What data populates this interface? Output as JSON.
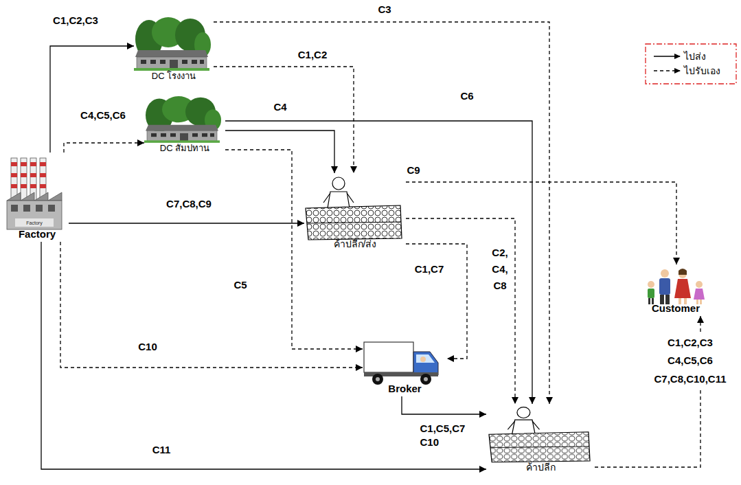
{
  "diagram": {
    "nodes": [
      {
        "text": [
          "Factory"
        ]
      },
      {
        "text": [
          "DC โรงงาน"
        ]
      },
      {
        "text": [
          "DC สัมปทาน"
        ]
      },
      {
        "text": [
          "ค้าปลีก/ส่ง"
        ]
      },
      {
        "text": [
          "Broker"
        ]
      },
      {
        "text": [
          "ค้าปลีก"
        ]
      },
      {
        "text": [
          "Customer"
        ]
      }
    ],
    "edges": [
      {
        "from": 0,
        "to": 1,
        "label": "C1,C2,C3",
        "arrow": "to"
      },
      {
        "from": 0,
        "to": 2,
        "label": "C4,C5,C6",
        "arrow": "to"
      },
      {
        "from": 0,
        "to": 3,
        "label": "C7,C8,C9",
        "arrow": "to"
      },
      {
        "from": 0,
        "to": 4,
        "label": "C10",
        "arrow": "to"
      },
      {
        "from": 0,
        "to": 5,
        "label": "C11",
        "arrow": "to"
      },
      {
        "from": 1,
        "to": 5,
        "label": "C3",
        "arrow": "to"
      },
      {
        "from": 1,
        "to": 3,
        "label": "C1,C2",
        "arrow": "to"
      },
      {
        "from": 2,
        "to": 3,
        "label": "C4",
        "arrow": "to"
      },
      {
        "from": 2,
        "to": 5,
        "label": "C6",
        "arrow": "to"
      },
      {
        "from": 2,
        "to": 4,
        "label": "C5",
        "arrow": "to"
      },
      {
        "from": 3,
        "to": 6,
        "label": "C9",
        "arrow": "to"
      },
      {
        "from": 3,
        "to": 4,
        "label": "C1,C7",
        "arrow": "to"
      },
      {
        "from": 3,
        "to": 5,
        "label": "C2, C4, C8",
        "arrow": "to"
      },
      {
        "from": 4,
        "to": 5,
        "label": "C1,C5,C7 C10",
        "arrow": "to"
      },
      {
        "from": 5,
        "to": 6,
        "label": "C1,C2,C3 C4,C5,C6 C7,C8,C10,C11",
        "arrow": "to"
      }
    ],
    "labels": [
      "Factory"
    ],
    "legend": [
      {
        "text": "ไปส่ง"
      },
      {
        "text": "ไปรับเอง"
      }
    ]
  }
}
